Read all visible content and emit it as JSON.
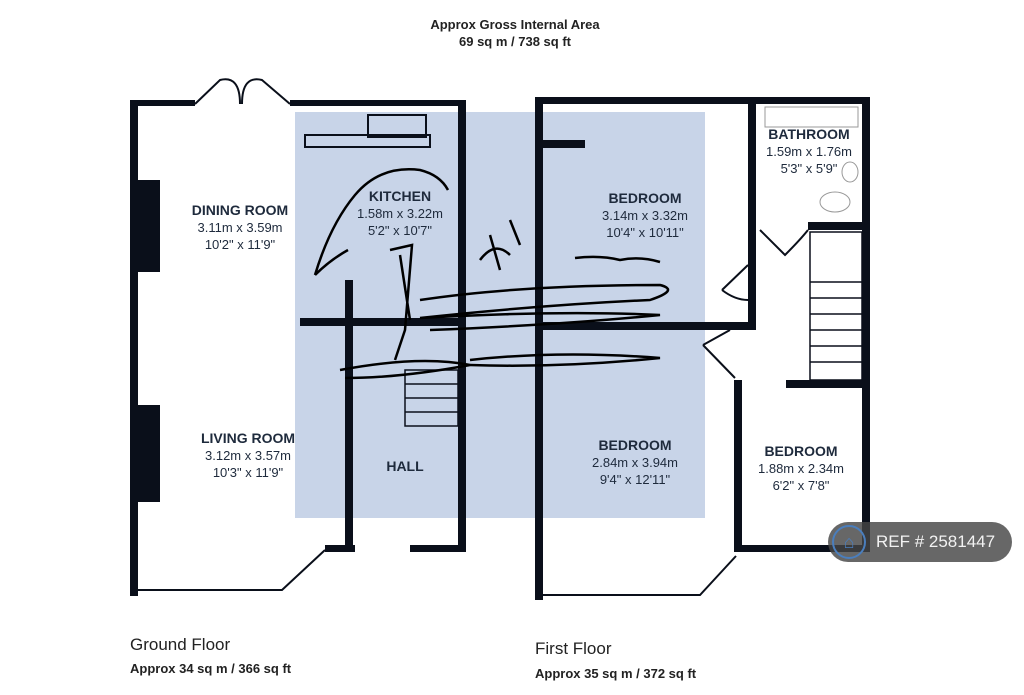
{
  "header": {
    "title": "Approx Gross Internal Area",
    "area": "69 sq m / 738 sq ft"
  },
  "ground_floor": {
    "label": "Ground Floor",
    "area": "Approx 34 sq m / 366 sq ft",
    "rooms": [
      {
        "name": "DINING ROOM",
        "metric": "3.11m x 3.59m",
        "imperial": "10'2\" x 11'9\""
      },
      {
        "name": "KITCHEN",
        "metric": "1.58m x 3.22m",
        "imperial": "5'2\" x 10'7\""
      },
      {
        "name": "LIVING ROOM",
        "metric": "3.12m x 3.57m",
        "imperial": "10'3\" x 11'9\""
      },
      {
        "name": "HALL"
      }
    ]
  },
  "first_floor": {
    "label": "First Floor",
    "area": "Approx 35 sq m / 372 sq ft",
    "rooms": [
      {
        "name": "BEDROOM",
        "metric": "3.14m x 3.32m",
        "imperial": "10'4\" x 10'11\""
      },
      {
        "name": "BATHROOM",
        "metric": "1.59m x 1.76m",
        "imperial": "5'3\" x 5'9\""
      },
      {
        "name": "BEDROOM",
        "metric": "2.84m x 3.94m",
        "imperial": "9'4\" x 12'11\""
      },
      {
        "name": "BEDROOM",
        "metric": "1.88m x 2.34m",
        "imperial": "6'2\" x 7'8\""
      }
    ]
  },
  "ref_badge": {
    "label": "REF # 2581447",
    "icon": "home-icon"
  },
  "colors": {
    "wall": "#0a0f1a",
    "overlay": "#c8d4e8",
    "badge": "#464646",
    "accent": "#4a7ebd"
  }
}
